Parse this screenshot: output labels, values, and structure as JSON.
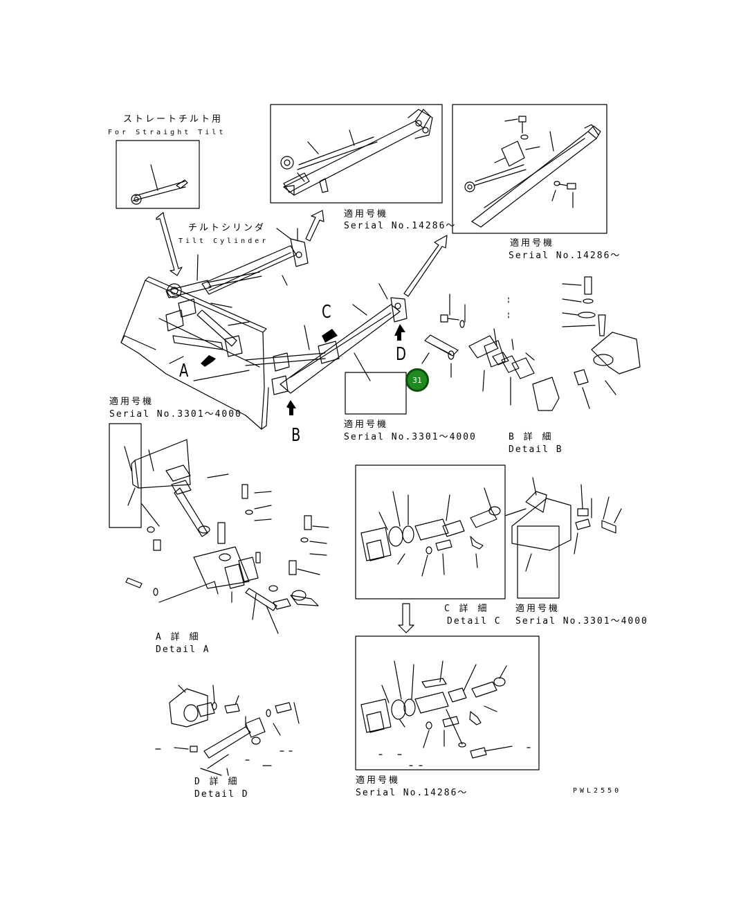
{
  "hotspot": {
    "label": "31",
    "color": "#1f8a1f"
  },
  "labels": {
    "straight_tilt_jp": "ストレートチルト用",
    "straight_tilt_en": "For Straight Tilt",
    "tilt_cylinder_jp": "チルトシリンダ",
    "tilt_cylinder_en": "Tilt Cylinder",
    "serial_jp_top_mid": "適用号機",
    "serial_en_top_mid": "Serial No.14286～",
    "serial_jp_top_right": "適用号機",
    "serial_en_top_right": "Serial No.14286～",
    "serial_jp_left": "適用号機",
    "serial_en_left": "Serial No.3301～4000",
    "serial_jp_center": "適用号機",
    "serial_en_center": "Serial No.3301～4000",
    "detail_b_jp": "B 詳 細",
    "detail_b_en": "Detail B",
    "detail_c_jp": "C 詳 細",
    "detail_c_en": "Detail C",
    "serial_jp_detail_c": "適用号機",
    "serial_en_detail_c": "Serial No.3301～4000",
    "detail_a_jp": "A 詳 細",
    "detail_a_en": "Detail A",
    "detail_d_jp": "D 詳 細",
    "detail_d_en": "Detail D",
    "serial_jp_bottom": "適用号機",
    "serial_en_bottom": "Serial No.14286～",
    "drawing_code": "PWL2550"
  },
  "callouts": {
    "a": "A",
    "b": "B",
    "c": "C",
    "d": "D"
  },
  "icons": {
    "hotspot": "numbered-circle-marker",
    "view_arrows": "hatched-arrow-icon",
    "reference_arrows": "outline-arrow-icon"
  }
}
